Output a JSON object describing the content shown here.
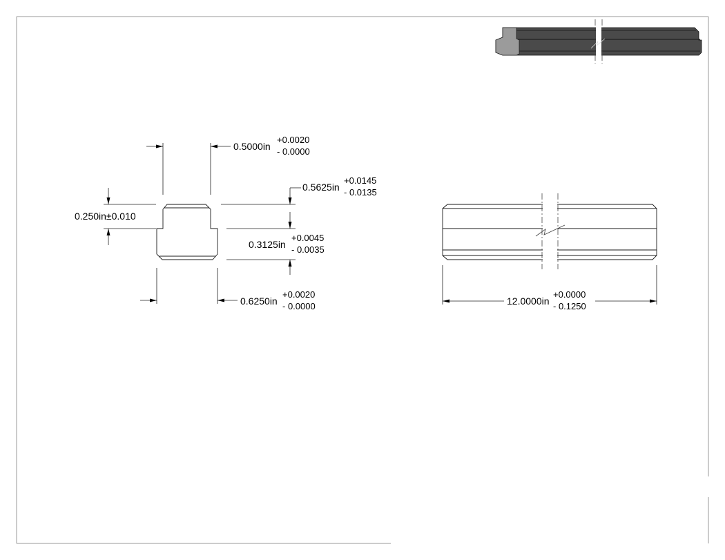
{
  "dimensions": {
    "top_width": {
      "value": "0.5000in",
      "upper": "+0.0020",
      "lower": "- 0.0000"
    },
    "overall_height": {
      "value": "0.5625in",
      "upper": "+0.0145",
      "lower": "- 0.0135"
    },
    "head_height": {
      "value": "0.250in±0.010"
    },
    "base_height": {
      "value": "0.3125in",
      "upper": "+0.0045",
      "lower": "- 0.0035"
    },
    "base_width": {
      "value": "0.6250in",
      "upper": "+0.0020",
      "lower": "- 0.0000"
    },
    "length": {
      "value": "12.0000in",
      "upper": "+0.0000",
      "lower": "- 0.1250"
    }
  },
  "colors": {
    "body_dark": "#4a4a4a",
    "end_face": "#9b9b9b",
    "line": "#1a1a1a"
  }
}
